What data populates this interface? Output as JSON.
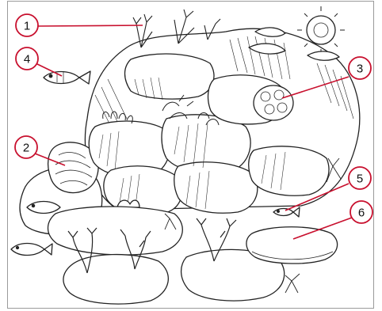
{
  "callouts": [
    {
      "number": "1",
      "target": "coral-tuft-top"
    },
    {
      "number": "2",
      "target": "brain-coral-left"
    },
    {
      "number": "3",
      "target": "plate-coral-right"
    },
    {
      "number": "4",
      "target": "fish-upper-left"
    },
    {
      "number": "5",
      "target": "fish-lower-right"
    },
    {
      "number": "6",
      "target": "flat-plate-coral"
    }
  ],
  "colors": {
    "callout_stroke": "#c8102e",
    "ink": "#222222",
    "frame": "#9a9a9a",
    "background": "#ffffff"
  }
}
